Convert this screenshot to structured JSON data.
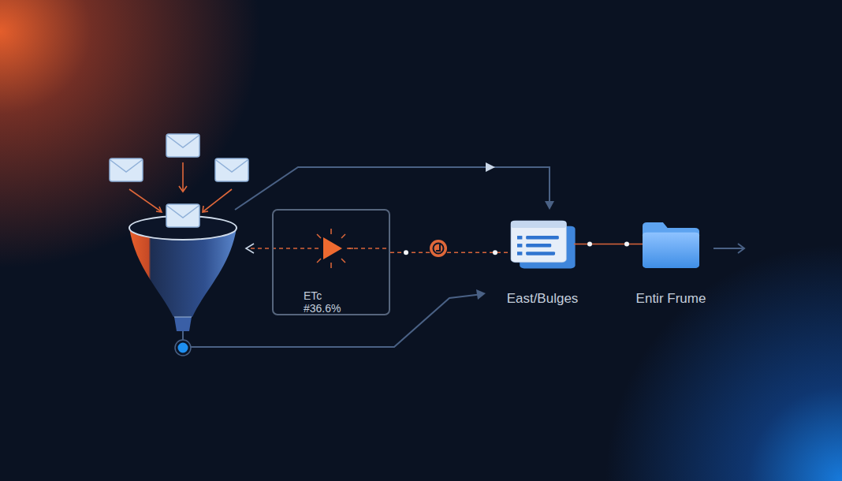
{
  "diagram": {
    "nodes": [
      {
        "text": [
          "ETc",
          "#36.6%"
        ]
      },
      {
        "text": [
          "East/Bulges"
        ]
      },
      {
        "text": [
          "Entir Frume"
        ]
      }
    ],
    "edges": [
      {
        "from": 0,
        "to": 1,
        "arrow": "none"
      },
      {
        "from": 1,
        "to": 2,
        "arrow": "none"
      }
    ]
  }
}
